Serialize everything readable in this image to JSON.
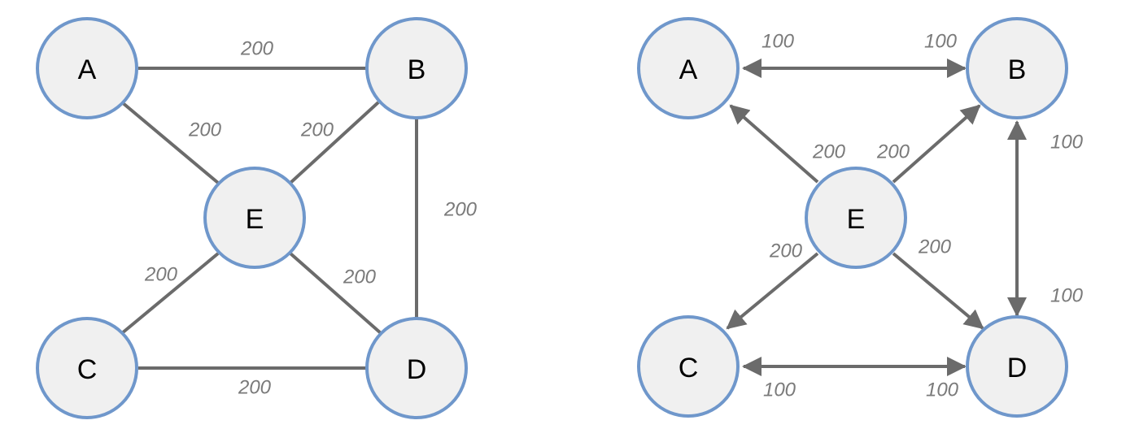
{
  "left_graph": {
    "nodes": {
      "A": "A",
      "B": "B",
      "C": "C",
      "D": "D",
      "E": "E"
    },
    "weights": {
      "A_B": "200",
      "A_E": "200",
      "B_E": "200",
      "B_D": "200",
      "C_E": "200",
      "D_E": "200",
      "C_D": "200"
    }
  },
  "right_graph": {
    "nodes": {
      "A": "A",
      "B": "B",
      "C": "C",
      "D": "D",
      "E": "E"
    },
    "weights": {
      "A_to_B_start": "100",
      "A_to_B_end": "100",
      "B_to_D_start": "100",
      "B_to_D_end": "100",
      "C_to_D_start": "100",
      "C_to_D_end": "100",
      "E_to_A": "200",
      "E_to_B": "200",
      "E_to_C": "200",
      "E_to_D": "200"
    }
  },
  "colors": {
    "edge": "#6b6b6b",
    "node_fill": "#f0f0f0",
    "node_stroke": "#6f97cb",
    "weight_text": "#7a7a7a"
  }
}
